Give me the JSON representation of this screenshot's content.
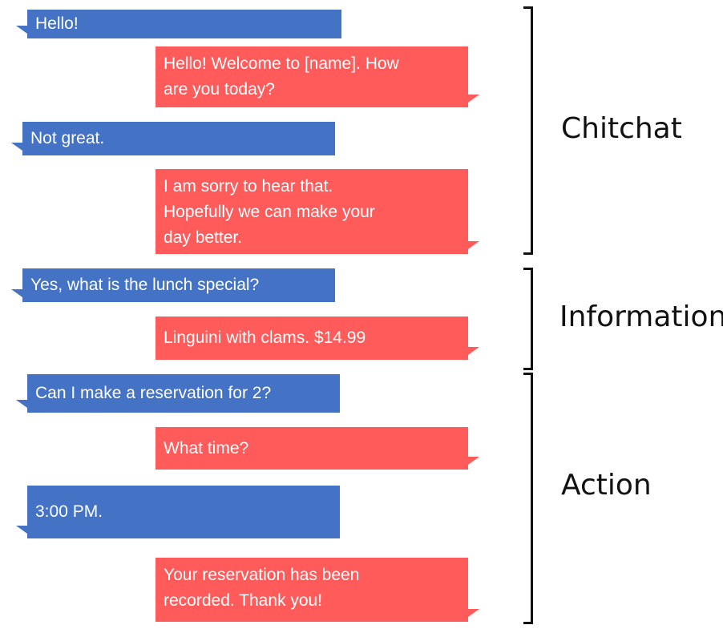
{
  "messages": [
    {
      "sender": "user",
      "text": "Hello!"
    },
    {
      "sender": "bot",
      "text": "Hello! Welcome to [name].  How\nare you today?"
    },
    {
      "sender": "user",
      "text": "Not great."
    },
    {
      "sender": "bot",
      "text": "I am sorry to hear that.\nHopefully we can make your\nday better."
    },
    {
      "sender": "user",
      "text": "Yes, what is the lunch special?"
    },
    {
      "sender": "bot",
      "text": "Linguini with clams. $14.99"
    },
    {
      "sender": "user",
      "text": "Can I make a reservation for 2?"
    },
    {
      "sender": "bot",
      "text": "What time?"
    },
    {
      "sender": "user",
      "text": "3:00 PM."
    },
    {
      "sender": "bot",
      "text": "Your reservation has been\nrecorded. Thank you!"
    }
  ],
  "sections": [
    {
      "label": "Chitchat"
    },
    {
      "label": "Information"
    },
    {
      "label": "Action"
    }
  ],
  "colors": {
    "user_bubble": "#4472c4",
    "bot_bubble": "#ff5b5b",
    "bracket": "#111111"
  }
}
